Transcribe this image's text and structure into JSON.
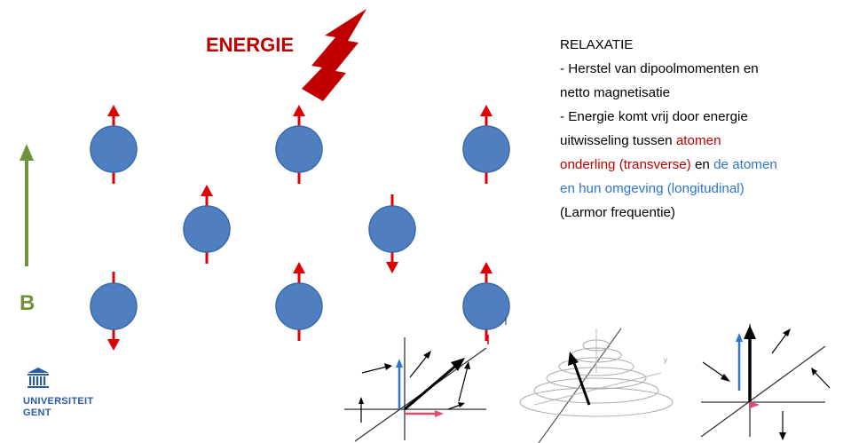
{
  "energy_label": "ENERGIE",
  "field_label": "B",
  "relaxation": {
    "title": "RELAXATIE",
    "line1": "- Herstel van dipoolmomenten en",
    "line2": "netto magnetisatie",
    "line3": "- Energie komt vrij door energie",
    "line4_a": "uitwisseling tussen ",
    "line4_red": "atomen",
    "line5_red": "onderling (transverse)",
    "line5_mid": " en ",
    "line5_blue": "de atomen",
    "line6_blue": "en hun omgeving (longitudinal)",
    "line7": "(Larmor frequentie)"
  },
  "logo": {
    "line1": "UNIVERSITEIT",
    "line2": "GENT"
  },
  "colors": {
    "spin_fill": "#4f7fc0",
    "spin_arrow": "#e00000",
    "field_arrow": "#70913c",
    "energy": "#c00000"
  },
  "spins": [
    {
      "col": 1,
      "row": 1,
      "direction": "up"
    },
    {
      "col": 3,
      "row": 1,
      "direction": "up"
    },
    {
      "col": 5,
      "row": 1,
      "direction": "up"
    },
    {
      "col": 2,
      "row": 2,
      "direction": "up"
    },
    {
      "col": 4,
      "row": 2,
      "direction": "down"
    },
    {
      "col": 1,
      "row": 3,
      "direction": "down"
    },
    {
      "col": 3,
      "row": 3,
      "direction": "up"
    },
    {
      "col": 5,
      "row": 3,
      "direction": "up"
    }
  ]
}
